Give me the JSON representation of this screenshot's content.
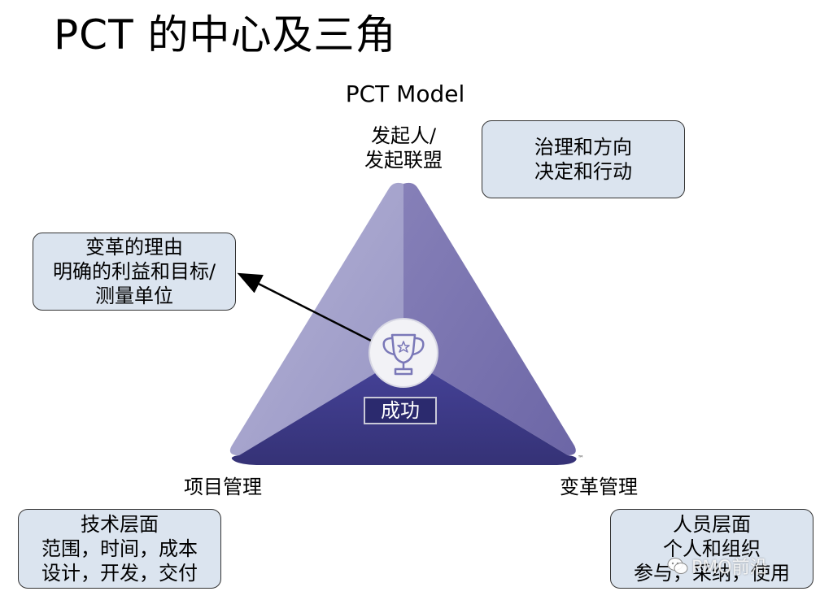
{
  "slide": {
    "title": "PCT 的中心及三角"
  },
  "diagram": {
    "title": "PCT Model",
    "center_label": "成功",
    "trademark": "™",
    "vertices": {
      "top": [
        "发起人/",
        "发起联盟"
      ],
      "bottom_left": "项目管理",
      "bottom_right": "变革管理"
    },
    "boxes": {
      "top_right": [
        "治理和方向",
        "决定和行动"
      ],
      "left": [
        "变革的理由",
        "明确的利益和目标/",
        "测量单位"
      ],
      "bottom_left": [
        "技术层面",
        "范围，时间，成本",
        "设计，开发，交付"
      ],
      "bottom_right": [
        "人员层面",
        "个人和组织",
        "参与，采纳，使用"
      ]
    },
    "colors": {
      "top_left_face": "#a4a2cc",
      "top_right_face": "#7a74ae",
      "bottom_face": "#3d3a86",
      "center_badge": "#2b2a6e",
      "box_fill": "#dbe4ef"
    }
  },
  "watermark": {
    "text": "PMO前沿",
    "icon": "wechat-icon"
  }
}
